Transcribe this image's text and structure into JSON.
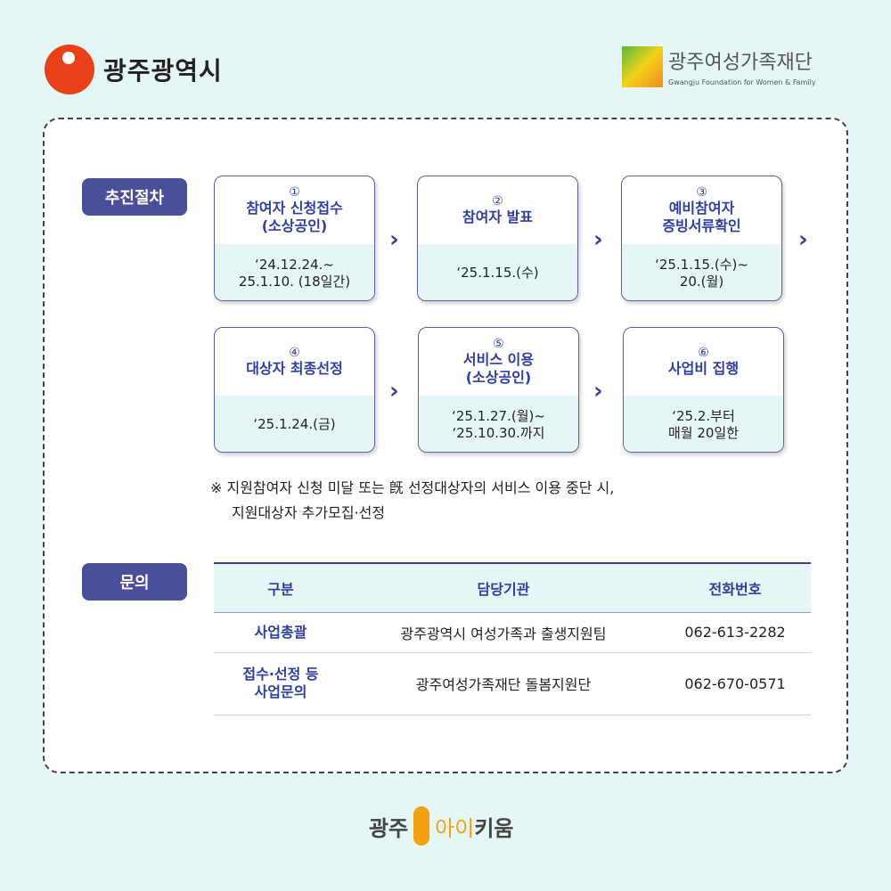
{
  "header": {
    "left_logo": "광주광역시",
    "right_logo": "광주여성가족재단",
    "right_logo_sub": "Gwangju Foundation for Women & Family"
  },
  "process": {
    "badge": "추진절차",
    "steps": [
      {
        "num": "①",
        "title": "참여자 신청접수",
        "title2": "(소상공인)",
        "date": "‘24.12.24.~",
        "date2": "25.1.10. (18일간)"
      },
      {
        "num": "②",
        "title": "참여자 발표",
        "title2": "",
        "date": "‘25.1.15.(수)",
        "date2": ""
      },
      {
        "num": "③",
        "title": "예비참여자",
        "title2": "증빙서류확인",
        "date": "‘25.1.15.(수)~",
        "date2": "20.(월)"
      },
      {
        "num": "④",
        "title": "대상자 최종선정",
        "title2": "",
        "date": "‘25.1.24.(금)",
        "date2": ""
      },
      {
        "num": "⑤",
        "title": "서비스 이용",
        "title2": "(소상공인)",
        "date": "‘25.1.27.(월)~",
        "date2": "‘25.10.30.까지"
      },
      {
        "num": "⑥",
        "title": "사업비 집행",
        "title2": "",
        "date": "‘25.2.부터",
        "date2": "매월 20일한"
      }
    ],
    "note": "※ 지원참여자 신청 미달 또는 旣 선정대상자의 서비스 이용 중단 시,",
    "note2": "지원대상자 추가모집·선정"
  },
  "contact": {
    "badge": "문의",
    "headers": [
      "구분",
      "담당기관",
      "전화번호"
    ],
    "rows": [
      {
        "k": "사업총괄",
        "k2": "",
        "org": "광주광역시 여성가족과 출생지원팀",
        "tel": "062-613-2282"
      },
      {
        "k": "접수·선정 등",
        "k2": "사업문의",
        "org": "광주여성가족재단 돌봄지원단",
        "tel": "062-670-0571"
      }
    ]
  },
  "footer": {
    "a": "광주",
    "b": "아이",
    "c": "키움"
  }
}
